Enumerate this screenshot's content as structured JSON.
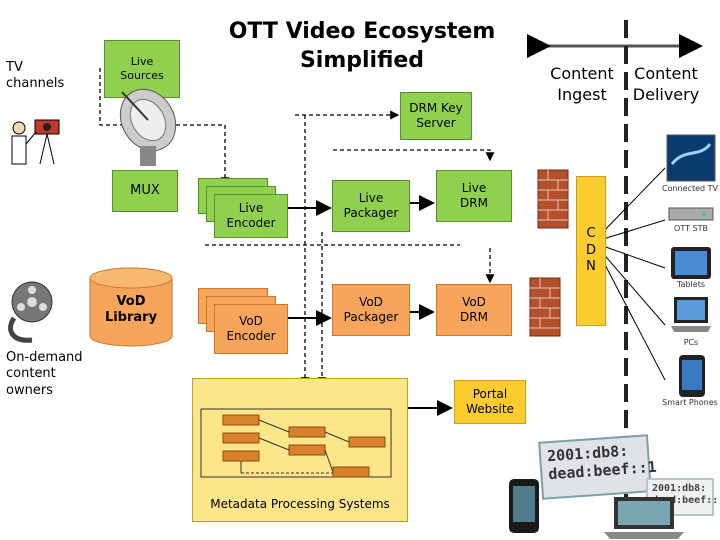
{
  "title_line1": "OTT Video Ecosystem",
  "title_line2": "Simplified",
  "sources": {
    "tv_channels_line1": "TV",
    "tv_channels_line2": "channels",
    "live_sources_line1": "Live",
    "live_sources_line2": "Sources",
    "mux": "MUX",
    "vod_library_line1": "VoD",
    "vod_library_line2": "Library",
    "ondemand_line1": "On-demand",
    "ondemand_line2": "content",
    "ondemand_line3": "owners"
  },
  "pipeline": {
    "live_encoder_line1": "Live",
    "live_encoder_line2": "Encoder",
    "vod_encoder_line1": "VoD",
    "vod_encoder_line2": "Encoder",
    "live_packager_line1": "Live",
    "live_packager_line2": "Packager",
    "vod_packager_line1": "VoD",
    "vod_packager_line2": "Packager",
    "drm_key_server_line1": "DRM Key",
    "drm_key_server_line2": "Server",
    "live_drm_line1": "Live",
    "live_drm_line2": "DRM",
    "vod_drm_line1": "VoD",
    "vod_drm_line2": "DRM",
    "portal_line1": "Portal",
    "portal_line2": "Website",
    "metadata": "Metadata Processing Systems"
  },
  "delivery": {
    "ingest_line1": "Content",
    "ingest_line2": "Ingest",
    "delivery_line1": "Content",
    "delivery_line2": "Delivery",
    "cdn_c": "C",
    "cdn_d": "D",
    "cdn_n": "N"
  },
  "devices": {
    "connected_tv": "Connected TV",
    "ott_stb": "OTT STB",
    "tablets": "Tablets",
    "pcs": "PCs",
    "smart_phones": "Smart Phones"
  },
  "ipv6": {
    "line1": "2001:db8:",
    "line2": "dead:beef::1",
    "small_line1": "2001:db8:",
    "small_line2": "dead:beef::"
  },
  "colors": {
    "green": "#8fd14f",
    "orange": "#f7a55a",
    "yellow": "#fbcc2e",
    "metadata_bg": "#fde68a",
    "metadata_box": "#d9822b",
    "cdn": "#fbcc2e",
    "firewall": "#b5502c"
  }
}
